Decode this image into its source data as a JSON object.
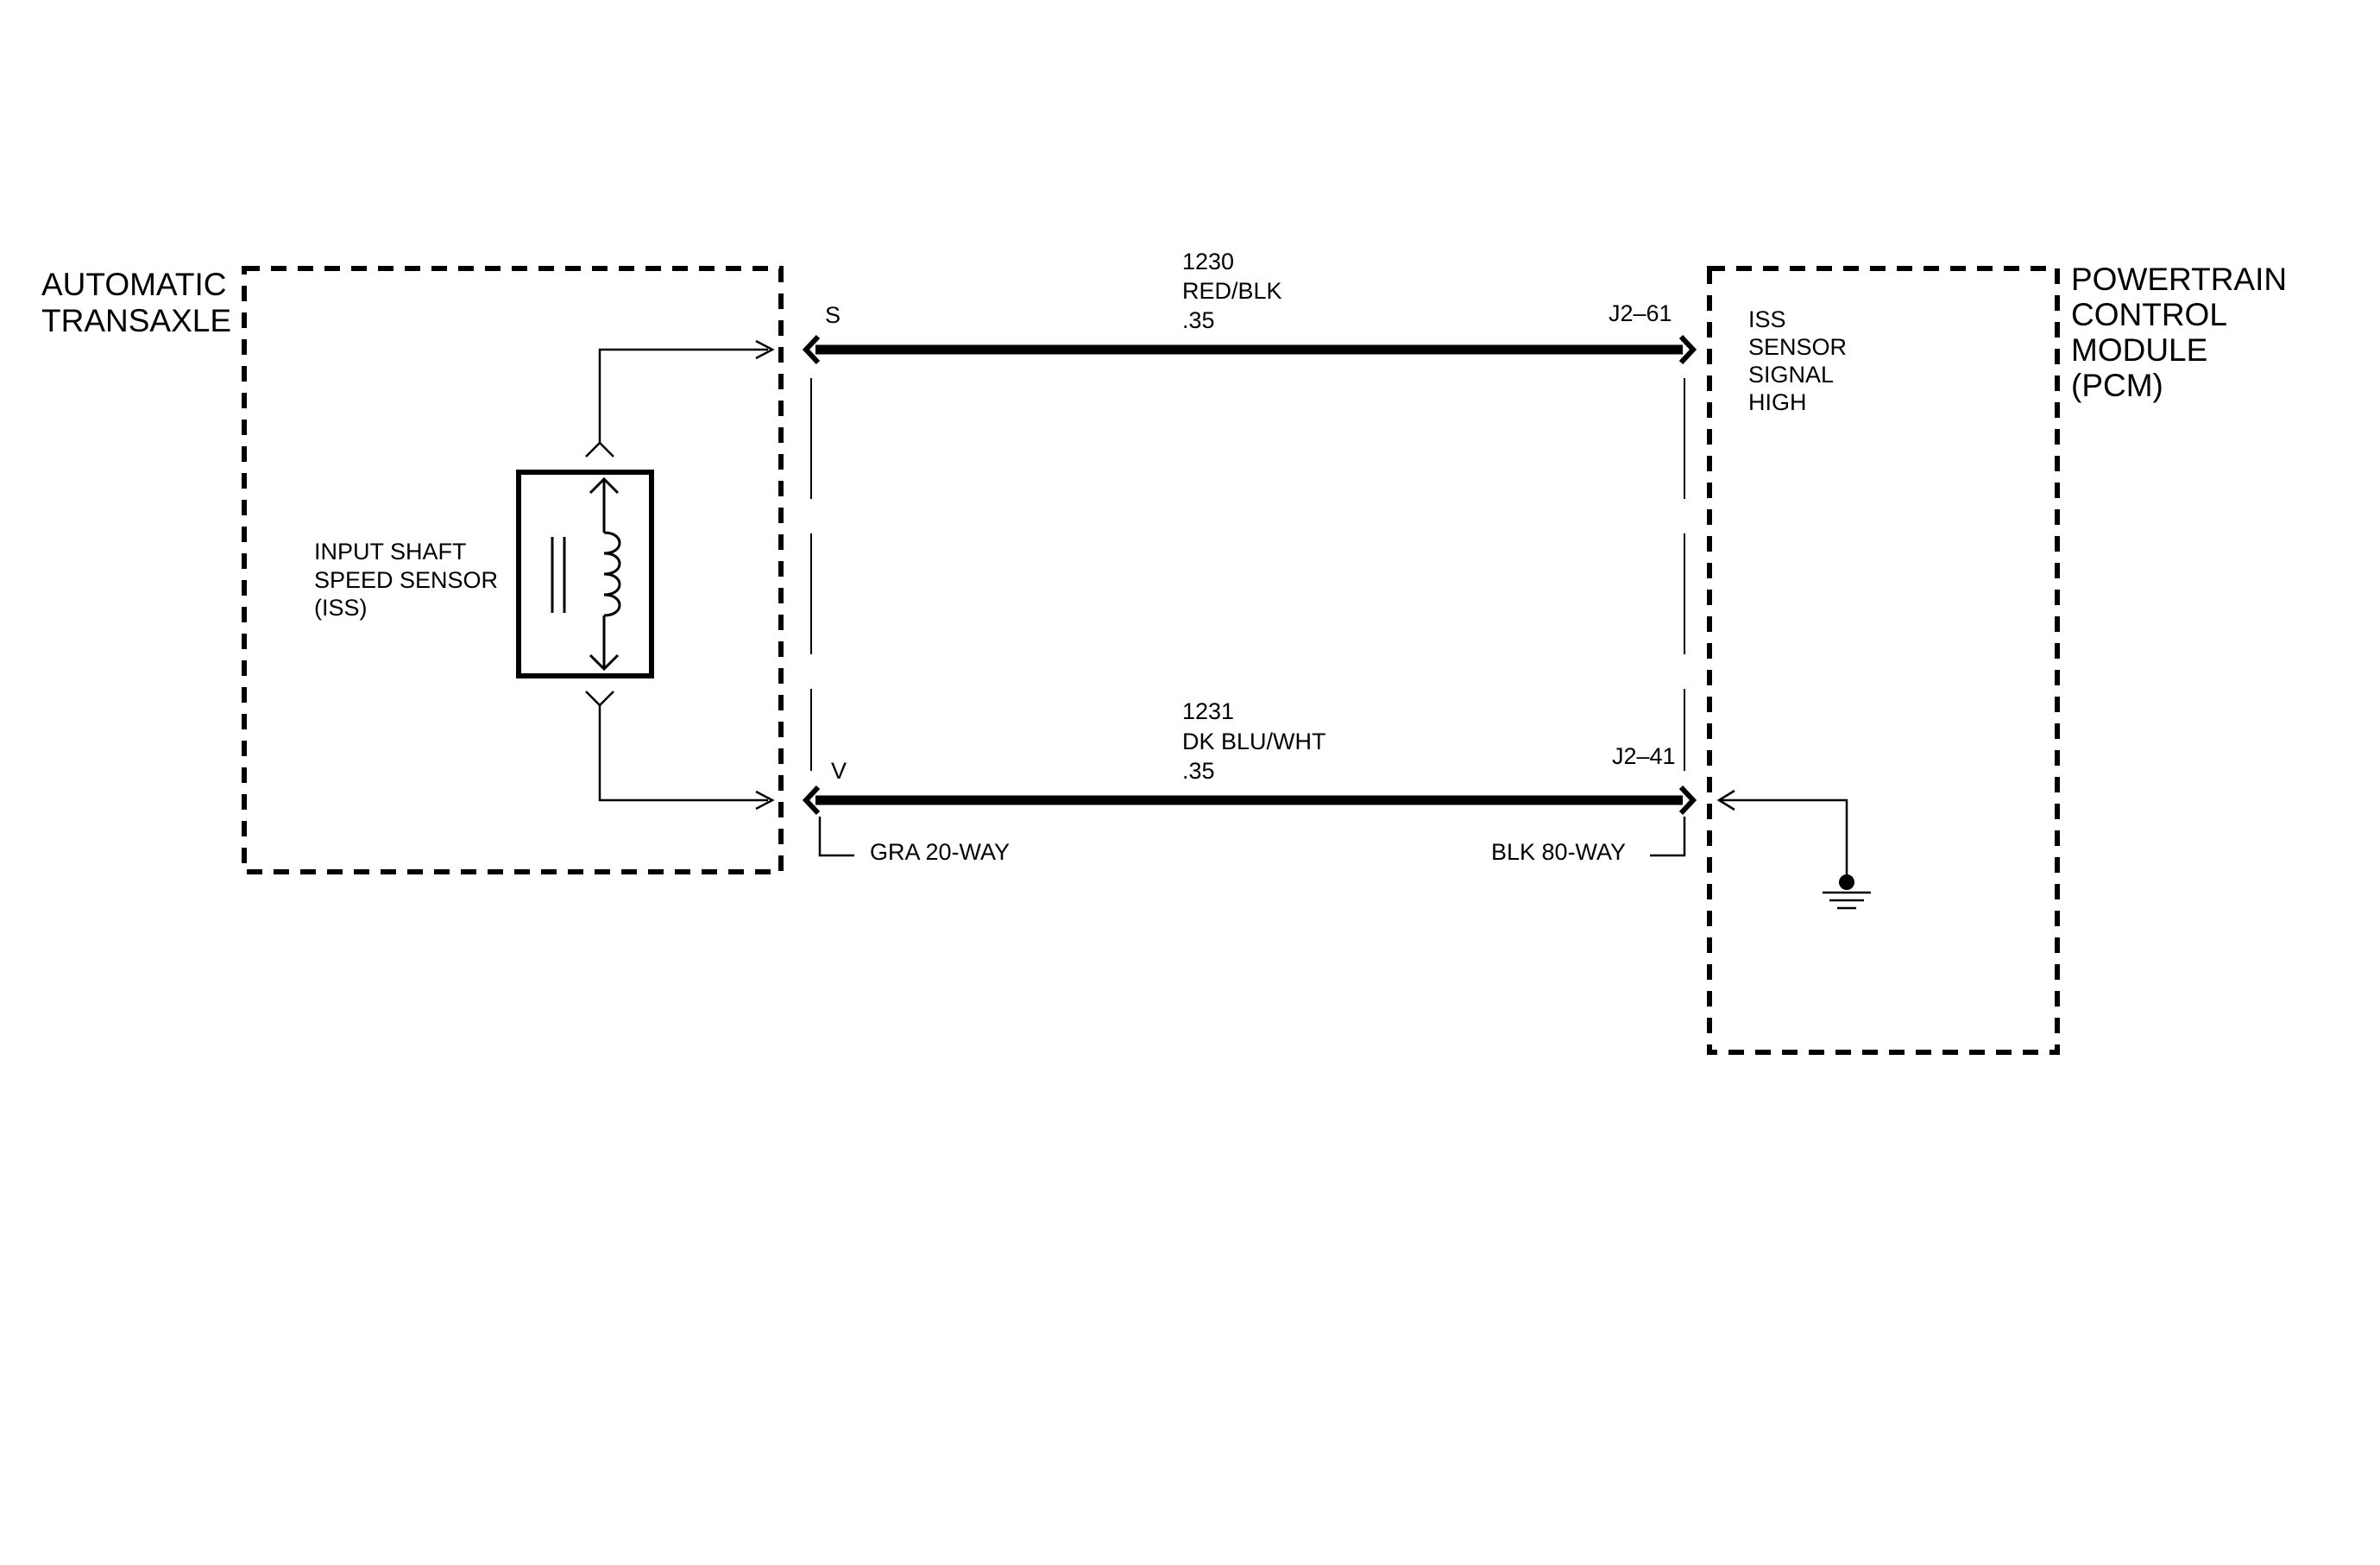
{
  "transaxle": {
    "title_line1": "AUTOMATIC",
    "title_line2": "TRANSAXLE",
    "sensor_line1": "INPUT SHAFT",
    "sensor_line2": "SPEED SENSOR",
    "sensor_line3": "(ISS)",
    "connector_label": "GRA 20-WAY",
    "pin_top": "S",
    "pin_bottom": "V"
  },
  "pcm": {
    "title_line1": "POWERTRAIN",
    "title_line2": "CONTROL",
    "title_line3": "MODULE",
    "title_line4": "(PCM)",
    "signal_line1": "ISS",
    "signal_line2": "SENSOR",
    "signal_line3": "SIGNAL",
    "signal_line4": "HIGH",
    "connector_label": "BLK 80-WAY",
    "pin_top": "J2–61",
    "pin_bottom": "J2–41"
  },
  "wires": [
    {
      "circuit": "1230",
      "color": "RED/BLK",
      "gauge": ".35"
    },
    {
      "circuit": "1231",
      "color": "DK BLU/WHT",
      "gauge": ".35"
    }
  ]
}
